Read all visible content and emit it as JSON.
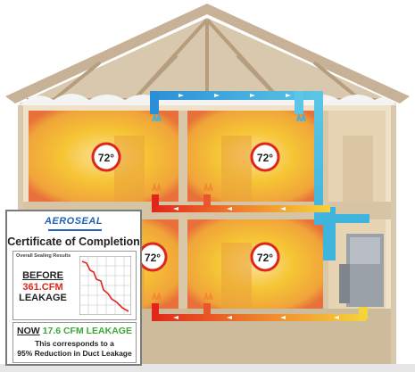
{
  "thermostats": [
    "72°",
    "72°",
    "72°",
    "72°"
  ],
  "certificate": {
    "logo": "AEROSEAL",
    "title": "Certificate of Completion",
    "results_label": "Overall Sealing Results",
    "before_label": "BEFORE",
    "before_value": "361.CFM",
    "before_unit": "LEAKAGE",
    "now_label": "NOW",
    "now_value": "17.6 CFM LEAKAGE",
    "reduction_line1": "This corresponds to a",
    "reduction_line2": "95% Reduction in Duct Leakage"
  },
  "colors": {
    "hot": "#f6c535",
    "warm_edge": "#e85a3a",
    "cool_duct": "#3fb4dd",
    "wall": "#efe2c9",
    "roof": "#c7b297",
    "before_red": "#e0261b",
    "now_green": "#3aa935",
    "logo_blue": "#1f63b8"
  }
}
